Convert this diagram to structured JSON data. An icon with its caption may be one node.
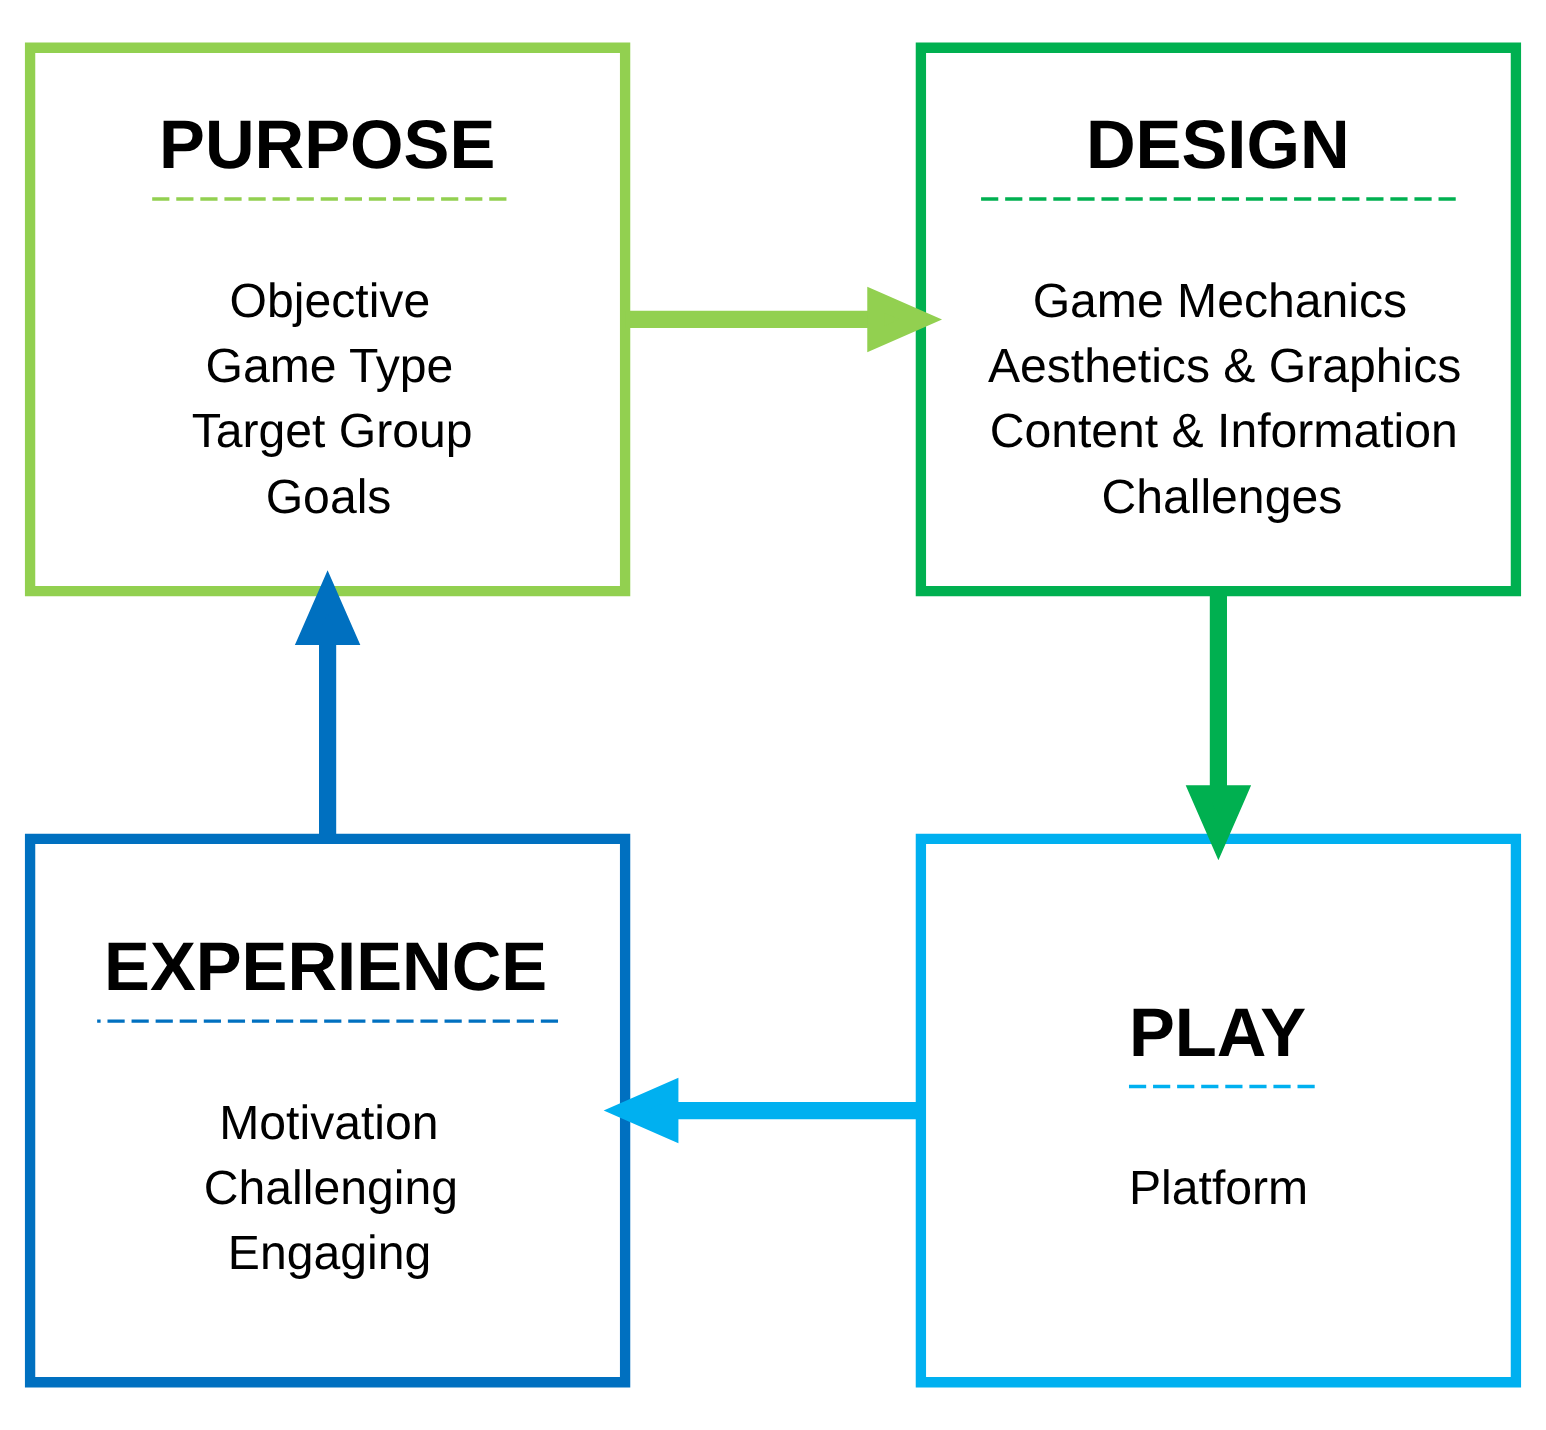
{
  "diagram": {
    "nodes": [
      {
        "text": [
          "PURPOSE",
          "Objective",
          "Game Type",
          "Target Group",
          "Goals"
        ]
      },
      {
        "text": [
          "DESIGN",
          "Game Mechanics",
          "Aesthetics & Graphics",
          "Content & Information",
          "Challenges"
        ]
      },
      {
        "text": [
          "PLAY",
          "Platform"
        ]
      },
      {
        "text": [
          "EXPERIENCE",
          "Motivation",
          "Challenging",
          "Engaging"
        ]
      }
    ],
    "edges": [
      {
        "from": 0,
        "to": 1,
        "arrow": "to",
        "color": "#92d050"
      },
      {
        "from": 1,
        "to": 2,
        "arrow": "to",
        "color": "#00b050"
      },
      {
        "from": 2,
        "to": 3,
        "arrow": "to",
        "color": "#00b0f0"
      },
      {
        "from": 3,
        "to": 0,
        "arrow": "to",
        "color": "#0070c0"
      }
    ]
  }
}
